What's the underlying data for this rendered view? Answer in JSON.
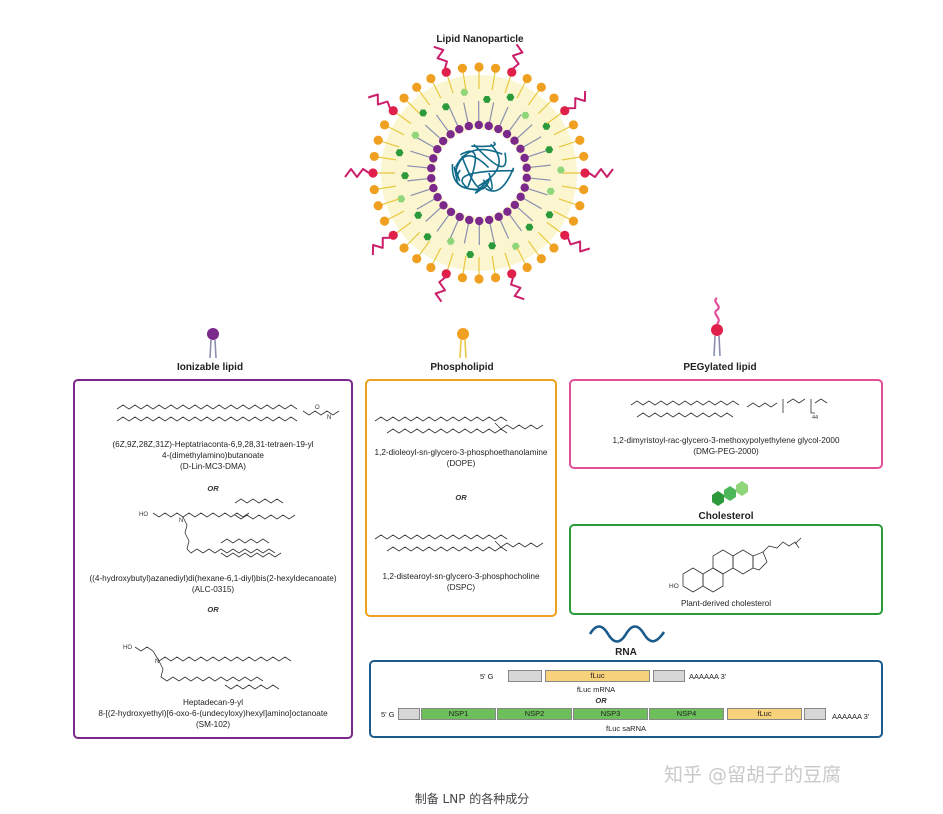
{
  "figure": {
    "title": "Lipid Nanoparticle",
    "caption": "制备 LNP 的各种成分",
    "watermark": "知乎 @留胡子的豆腐"
  },
  "colors": {
    "ionizable": "#7b2a8c",
    "phospholipid": "#f0a020",
    "peg": "#e0509a",
    "cholesterol": "#2a9a3a",
    "rna": "#1a5b8c",
    "np_outer": "#f0a020",
    "np_inner": "#7b2a8c",
    "np_chol": "#2a9a3a",
    "np_peg": "#cc1f6a",
    "np_rna": "#0f6a8a"
  },
  "ionizable": {
    "label": "Ionizable lipid",
    "mol1": {
      "name_line1": "(6Z,9Z,28Z,31Z)-Heptatriaconta-6,9,28,31-tetraen-19-yl",
      "name_line2": "4-(dimethylamino)butanoate",
      "abbr": "(D-Lin-MC3-DMA)"
    },
    "or1": "OR",
    "mol2": {
      "name": "((4-hydroxybutyl)azanediyl)di(hexane-6,1-diyl)bis(2-hexyldecanoate)",
      "abbr": "(ALC-0315)",
      "ho_label": "HO",
      "n_label": "N"
    },
    "or2": "OR",
    "mol3": {
      "name_line1": "Heptadecan-9-yl",
      "name_line2": "8-[(2-hydroxyethyl)[6-oxo-6-(undecyloxy)hexyl]amino]octanoate",
      "abbr": "(SM-102)",
      "ho_label": "HO",
      "n_label": "N"
    }
  },
  "phospholipid": {
    "label": "Phospholipid",
    "mol1": {
      "name": "1,2-dioleoyl-sn-glycero-3-phosphoethanolamine",
      "abbr": "(DOPE)"
    },
    "or1": "OR",
    "mol2": {
      "name": "1,2-distearoyl-sn-glycero-3-phosphocholine",
      "abbr": "(DSPC)"
    }
  },
  "peg": {
    "label": "PEGylated lipid",
    "mol1": {
      "name": "1,2-dimyristoyl-rac-glycero-3-methoxypolyethylene glycol-2000",
      "abbr": "(DMG-PEG-2000)",
      "subscript": "44"
    }
  },
  "cholesterol": {
    "label": "Cholesterol",
    "mol1": {
      "name": "Plant-derived cholesterol",
      "ho_label": "HO"
    }
  },
  "rna": {
    "label": "RNA",
    "mrna": {
      "five_prime": "5' G",
      "gene": "fLuc",
      "polya": "AAAAAA  3'",
      "name": "fLuc mRNA"
    },
    "or1": "OR",
    "sarna": {
      "five_prime": "5' G",
      "genes": [
        "NSP1",
        "NSP2",
        "NSP3",
        "NSP4",
        "fLuc"
      ],
      "polya": "AAAAAA  3'",
      "name": "fLuc saRNA"
    }
  }
}
